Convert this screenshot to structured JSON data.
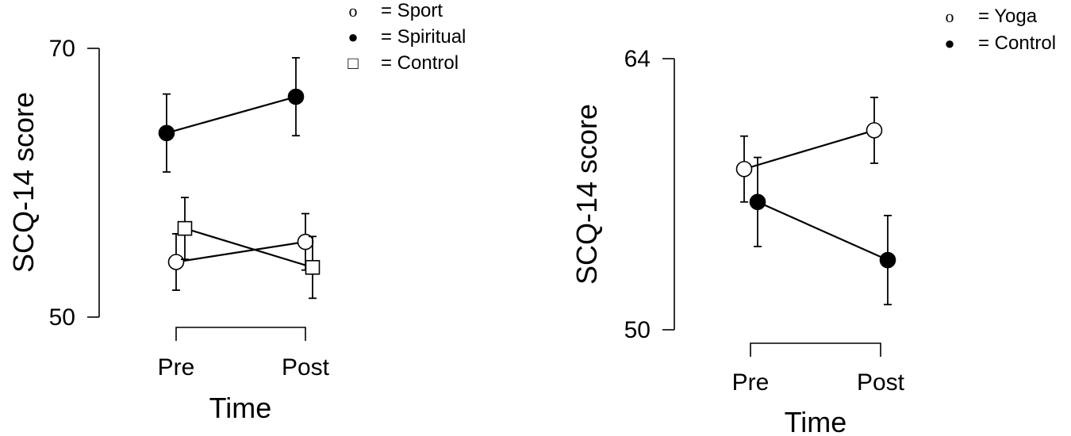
{
  "chart_data": [
    {
      "type": "line",
      "xlabel": "Time",
      "ylabel": "SCQ-14 score",
      "categories": [
        "Pre",
        "Post"
      ],
      "ylim": [
        50,
        70
      ],
      "yticks": [
        "50",
        "70"
      ],
      "grid": false,
      "legend_position": "top-right",
      "legend": [
        {
          "symbol": "o",
          "label": "= Sport"
        },
        {
          "symbol": "●",
          "label": "= Spiritual"
        },
        {
          "symbol": "□",
          "label": "= Control"
        }
      ],
      "series": [
        {
          "name": "Sport",
          "marker": "open-circle",
          "values": [
            54.1,
            55.6
          ],
          "error": [
            2.1,
            2.1
          ]
        },
        {
          "name": "Spiritual",
          "marker": "filled-circle",
          "values": [
            63.7,
            66.4
          ],
          "error": [
            2.9,
            2.9
          ]
        },
        {
          "name": "Control",
          "marker": "open-square",
          "values": [
            56.6,
            53.7
          ],
          "error": [
            2.3,
            2.3
          ]
        }
      ]
    },
    {
      "type": "line",
      "xlabel": "Time",
      "ylabel": "SCQ-14 score",
      "categories": [
        "Pre",
        "Post"
      ],
      "ylim": [
        50,
        64
      ],
      "yticks": [
        "50",
        "64"
      ],
      "grid": false,
      "legend_position": "top-right",
      "legend": [
        {
          "symbol": "o",
          "label": "= Yoga"
        },
        {
          "symbol": "●",
          "label": "= Control"
        }
      ],
      "series": [
        {
          "name": "Yoga",
          "marker": "open-circle",
          "values": [
            58.3,
            60.3
          ],
          "error": [
            1.7,
            1.7
          ]
        },
        {
          "name": "Control",
          "marker": "filled-circle",
          "values": [
            56.6,
            53.6
          ],
          "error": [
            2.3,
            2.3
          ]
        }
      ]
    }
  ]
}
